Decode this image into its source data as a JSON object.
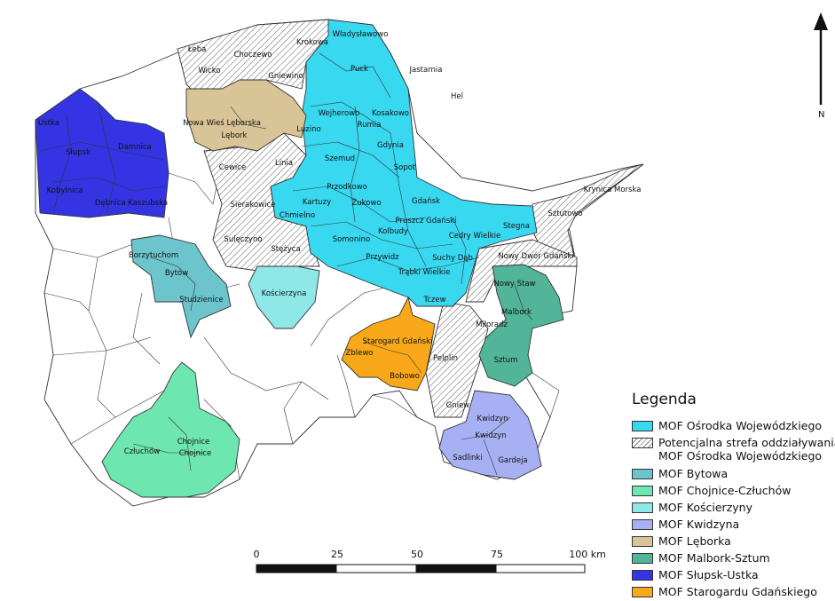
{
  "legend": {
    "title": "Legenda",
    "items": [
      {
        "label": "MOF Ośrodka Wojewódzkiego",
        "color": "#38d8f0",
        "pattern": "solid"
      },
      {
        "label": "Potencjalna strefa oddziaływania MOF Ośrodka Wojewódzkiego",
        "line1": "Potencjalna strefa oddziaływania",
        "line2": "MOF Ośrodka Wojewódzkiego",
        "color": "#ffffff",
        "pattern": "hatch"
      },
      {
        "label": "MOF Bytowa",
        "color": "#6cc4cc",
        "pattern": "solid"
      },
      {
        "label": "MOF Chojnice-Człuchów",
        "color": "#6ee6b0",
        "pattern": "solid"
      },
      {
        "label": "MOF Kościerzyny",
        "color": "#8ee8e8",
        "pattern": "solid"
      },
      {
        "label": "MOF Kwidzyna",
        "color": "#a8b0f4",
        "pattern": "solid"
      },
      {
        "label": "MOF Lęborka",
        "color": "#d8c496",
        "pattern": "solid"
      },
      {
        "label": "MOF Malbork-Sztum",
        "color": "#52b498",
        "pattern": "solid"
      },
      {
        "label": "MOF Słupsk-Ustka",
        "color": "#3434e4",
        "pattern": "solid"
      },
      {
        "label": "MOF Starogardu Gdańskiego",
        "color": "#f8a818",
        "pattern": "solid"
      }
    ]
  },
  "scale_bar": {
    "ticks": [
      "0",
      "25",
      "50",
      "75",
      "100 km"
    ]
  },
  "north_arrow": {
    "label": "N",
    "icon": "north-arrow-icon"
  },
  "places": [
    "Władysławowo",
    "Krokowa",
    "Łeba",
    "Choczewo",
    "Wicko",
    "Gniewino",
    "Puck",
    "Jastarnia",
    "Hel",
    "Nowa Wieś Lęborska",
    "Lębork",
    "Luzino",
    "Wejherowo",
    "Kosakowo",
    "Rumia",
    "Gdynia",
    "Sopot",
    "Ustka",
    "Damnica",
    "Słupsk",
    "Kobylnica",
    "Dębnica Kaszubska",
    "Cewice",
    "Linia",
    "Szemud",
    "Przodkowo",
    "Kartuzy",
    "Żukowo",
    "Gdańsk",
    "Sierakowice",
    "Chmielno",
    "Kolbudy",
    "Pruszcz Gdański",
    "Cedry Wielkie",
    "Stegna",
    "Sztutowo",
    "Krynica Morska",
    "Sulęczyno",
    "Stężyca",
    "Somonino",
    "Przywidz",
    "Trąbki Wielkie",
    "Suchy Dąb",
    "Nowy Dwór Gdański",
    "Borzytuchom",
    "Bytów",
    "Studzienice",
    "Kościerzyna",
    "Nowy Staw",
    "Malbork",
    "Tczew",
    "Miłoradz",
    "Starogard Gdański",
    "Zblewo",
    "Pelplin",
    "Sztum",
    "Bobowo",
    "Gniew",
    "Kwidzyn",
    "Chojnice",
    "Człuchów",
    "Sadlinki",
    "Gardeja"
  ]
}
